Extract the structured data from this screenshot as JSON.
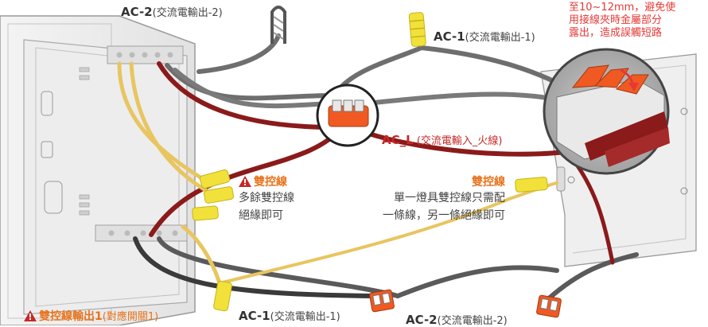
{
  "labels": {
    "ac2_top": {
      "main": "AC-2",
      "sub": "(交流電輸出-2)"
    },
    "ac1_top": {
      "main": "AC-1",
      "sub": "(交流電輸出-1)"
    },
    "acl": {
      "main": "AC_L",
      "sub": " (交流電輸入_火線)"
    },
    "ac1_bottom": {
      "main": "AC-1",
      "sub": "(交流電輸出-1)"
    },
    "ac2_bottom": {
      "main": "AC-2",
      "sub": "(交流電輸出-2)"
    }
  },
  "warning_note": {
    "lines": [
      "至10~12mm，避免使",
      "用接線夾時金屬部分",
      "露出，造成誤觸短路"
    ]
  },
  "left_traveler": {
    "title": "雙控線",
    "desc": [
      "多餘雙控線",
      "絕緣即可"
    ]
  },
  "right_traveler": {
    "title": "雙控線",
    "desc": [
      "單一燈具雙控線只需配",
      "一條線，另一條絕緣即可"
    ]
  },
  "bottom_traveler": {
    "title": "雙控線輸出1",
    "sub": "(對應開關1)"
  },
  "colors": {
    "accent_orange": "#e8731c",
    "warning_red": "#e53935",
    "wire_red": "#8b1a1a",
    "wire_gray": "#6e6e6e",
    "wire_dark": "#3a3a3a",
    "wire_yellow": "#e8c560",
    "connector_orange": "#f05a22"
  },
  "icons": [
    "warning-icon",
    "rotate-arrow-icon",
    "lever-connector-icon"
  ]
}
